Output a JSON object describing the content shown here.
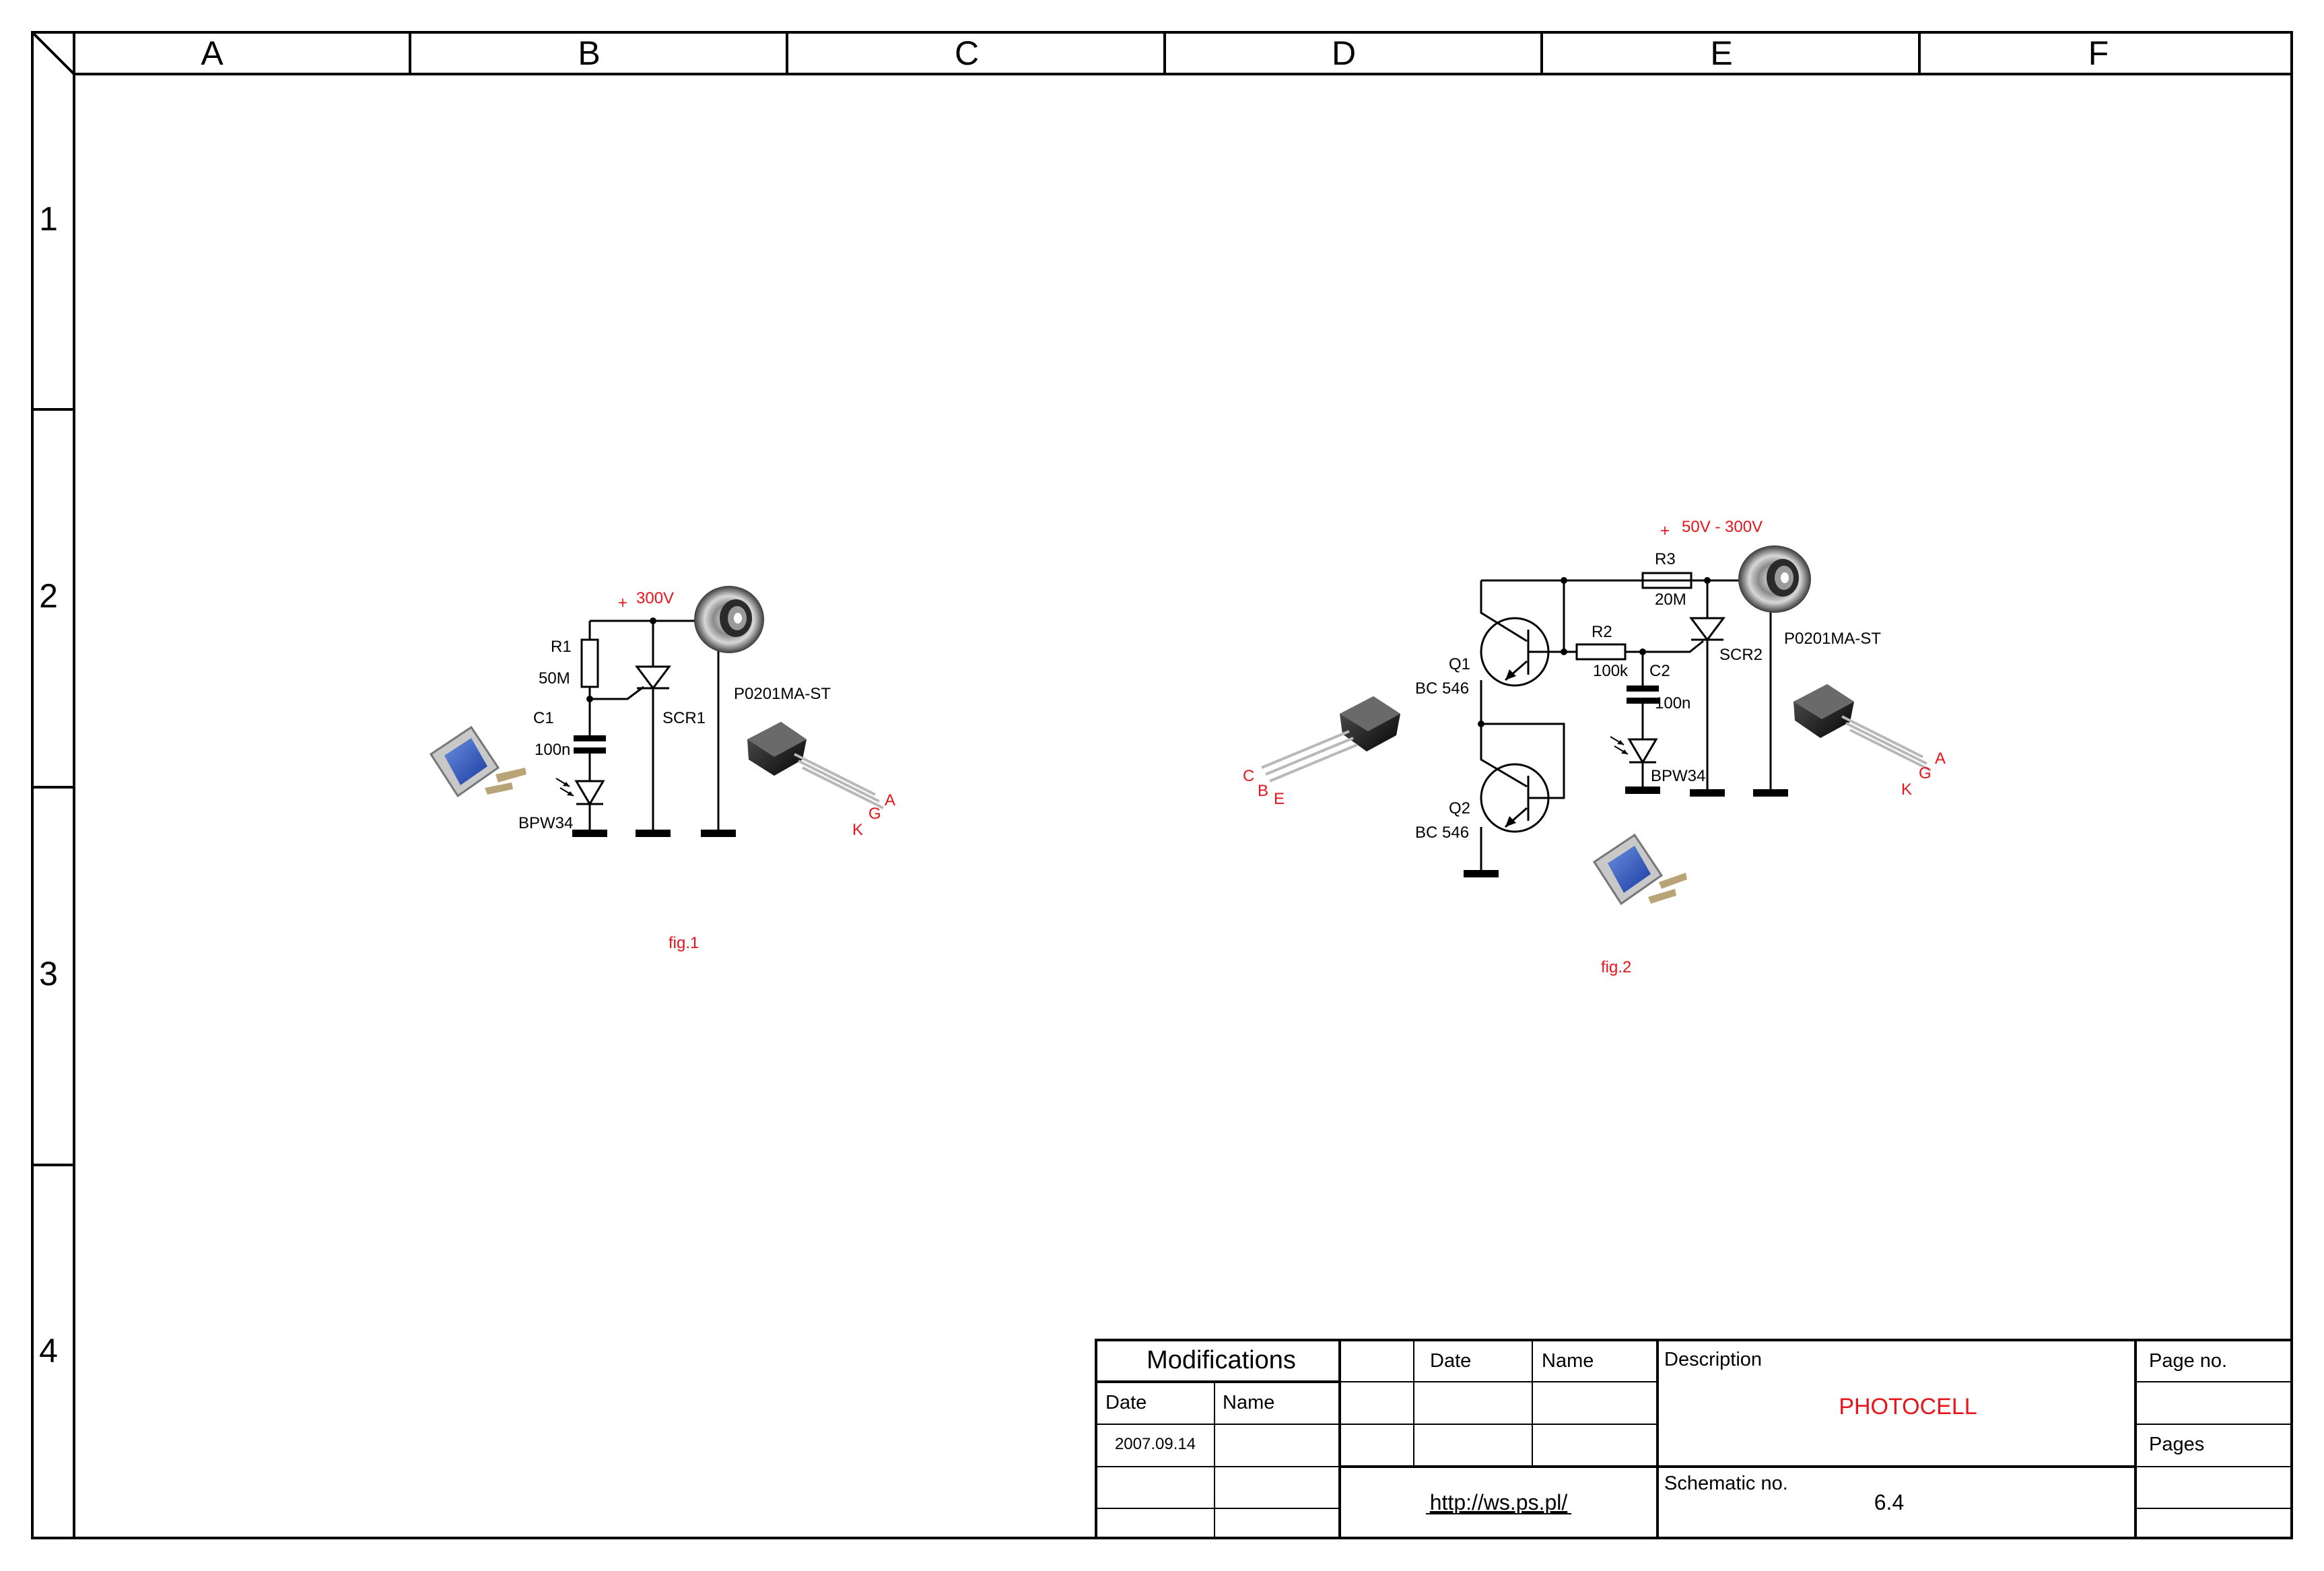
{
  "frame": {
    "columns": [
      "A",
      "B",
      "C",
      "D",
      "E",
      "F"
    ],
    "rows": [
      "1",
      "2",
      "3",
      "4"
    ]
  },
  "fig1": {
    "caption": "fig.1",
    "voltage": "300V",
    "plus": "+",
    "r1_ref": "R1",
    "r1_value": "50M",
    "c1_ref": "C1",
    "c1_value": "100n",
    "scr1_ref": "SCR1",
    "photodiode": "BPW34",
    "thyristor_part": "P0201MA-ST",
    "pin_a": "A",
    "pin_g": "G",
    "pin_k": "K"
  },
  "fig2": {
    "caption": "fig.2",
    "voltage": "50V - 300V",
    "plus": "+",
    "r3_ref": "R3",
    "r3_value": "20M",
    "r2_ref": "R2",
    "r2_value": "100k",
    "c2_ref": "C2",
    "c2_value": "100n",
    "scr2_ref": "SCR2",
    "q1_ref": "Q1",
    "q1_type": "BC 546",
    "q2_ref": "Q2",
    "q2_type": "BC 546",
    "photodiode": "BPW34",
    "thyristor_part": "P0201MA-ST",
    "pin_c": "C",
    "pin_b": "B",
    "pin_e": "E",
    "pin_a": "A",
    "pin_g": "G",
    "pin_k": "K"
  },
  "title_block": {
    "modifications": "Modifications",
    "date_header": "Date",
    "name_header": "Name",
    "date_header_2": "Date",
    "name_header_2": "Name",
    "mod_date": "2007.09.14",
    "description_label": "Description",
    "title": "PHOTOCELL",
    "page_no_label": "Page no.",
    "pages_label": "Pages",
    "url": "http://ws.ps.pl/",
    "schematic_no_label": "Schematic no.",
    "schematic_no": "6.4"
  },
  "colors": {
    "annotation": "#e8141b",
    "line": "#000000"
  }
}
